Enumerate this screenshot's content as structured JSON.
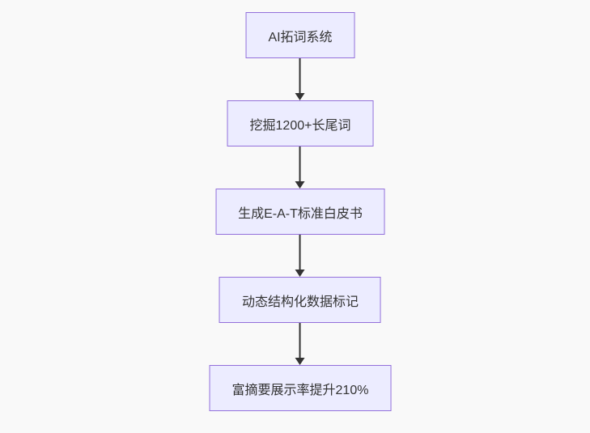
{
  "diagram": {
    "type": "flowchart",
    "direction": "top-down",
    "colors": {
      "background": "#f9f9f9",
      "node_fill": "#ECECFF",
      "node_border": "#9370DB",
      "node_text": "#333333",
      "arrow": "#333333"
    },
    "nodes": [
      {
        "id": "n1",
        "label": "AI拓词系统"
      },
      {
        "id": "n2",
        "label": "挖掘1200+长尾词"
      },
      {
        "id": "n3",
        "label": "生成E-A-T标准白皮书"
      },
      {
        "id": "n4",
        "label": "动态结构化数据标记"
      },
      {
        "id": "n5",
        "label": "富摘要展示率提升210%"
      }
    ],
    "edges": [
      {
        "from": "n1",
        "to": "n2"
      },
      {
        "from": "n2",
        "to": "n3"
      },
      {
        "from": "n3",
        "to": "n4"
      },
      {
        "from": "n4",
        "to": "n5"
      }
    ]
  }
}
